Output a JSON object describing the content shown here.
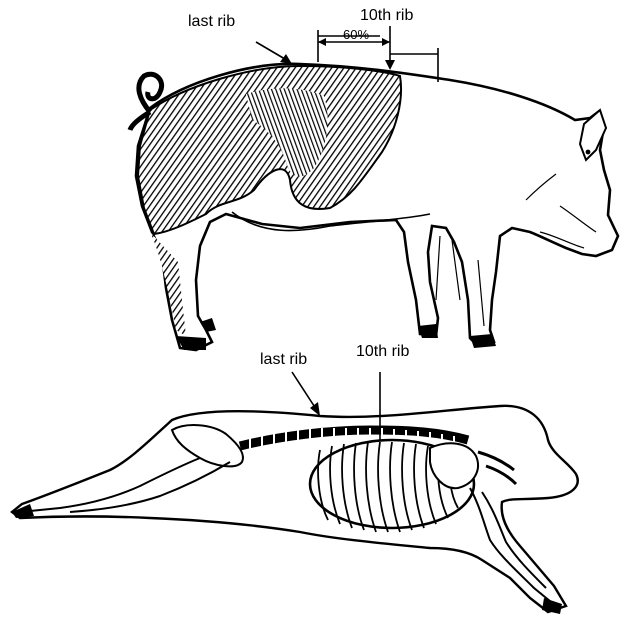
{
  "top_figure": {
    "label_last_rib": "last rib",
    "label_tenth_rib": "10th rib",
    "label_percent": "60%"
  },
  "bottom_figure": {
    "label_last_rib": "last rib",
    "label_tenth_rib": "10th rib"
  },
  "colors": {
    "ink": "#000000",
    "paper": "#ffffff"
  }
}
